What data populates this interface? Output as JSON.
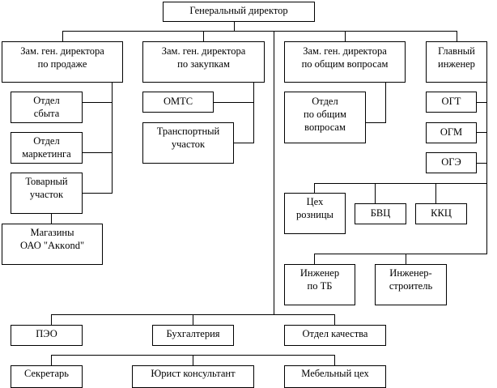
{
  "diagram": {
    "type": "org-chart",
    "top": {
      "label": "Генеральный директор"
    },
    "deputies": [
      {
        "label_l1": "Зам. ген. директора",
        "label_l2": "по продаже"
      },
      {
        "label_l1": "Зам. ген. директора",
        "label_l2": "по закупкам"
      },
      {
        "label_l1": "Зам. ген. директора",
        "label_l2": "по общим вопросам"
      },
      {
        "label_l1": "Главный",
        "label_l2": "инженер"
      }
    ],
    "sales_units": [
      {
        "l1": "Отдел",
        "l2": "сбыта"
      },
      {
        "l1": "Отдел",
        "l2": "маркетинга"
      },
      {
        "l1": "Товарный",
        "l2": "участок"
      },
      {
        "l1": "Магазины",
        "l2": "ОАО \"Аккond\""
      }
    ],
    "purchase_units": [
      {
        "l1": "ОМТС"
      },
      {
        "l1": "Транспортный",
        "l2": "участок"
      }
    ],
    "general_units": [
      {
        "l1": "Отдел",
        "l2": "по общим",
        "l3": "вопросам"
      }
    ],
    "engineer_units": [
      {
        "l1": "ОГТ"
      },
      {
        "l1": "ОГМ"
      },
      {
        "l1": "ОГЭ"
      }
    ],
    "workshops": [
      {
        "l1": "Цех",
        "l2": "розницы"
      },
      {
        "l1": "БВЦ"
      },
      {
        "l1": "ККЦ"
      }
    ],
    "engineers": [
      {
        "l1": "Инженер",
        "l2": "по ТБ"
      },
      {
        "l1": "Инженер-",
        "l2": "строитель"
      }
    ],
    "bottom_row1": [
      {
        "l1": "ПЭО"
      },
      {
        "l1": "Бухгалтерия"
      },
      {
        "l1": "Отдел качества"
      }
    ],
    "bottom_row2": [
      {
        "l1": "Секретарь"
      },
      {
        "l1": "Юрист консультант"
      },
      {
        "l1": "Мебельный цех"
      }
    ]
  }
}
